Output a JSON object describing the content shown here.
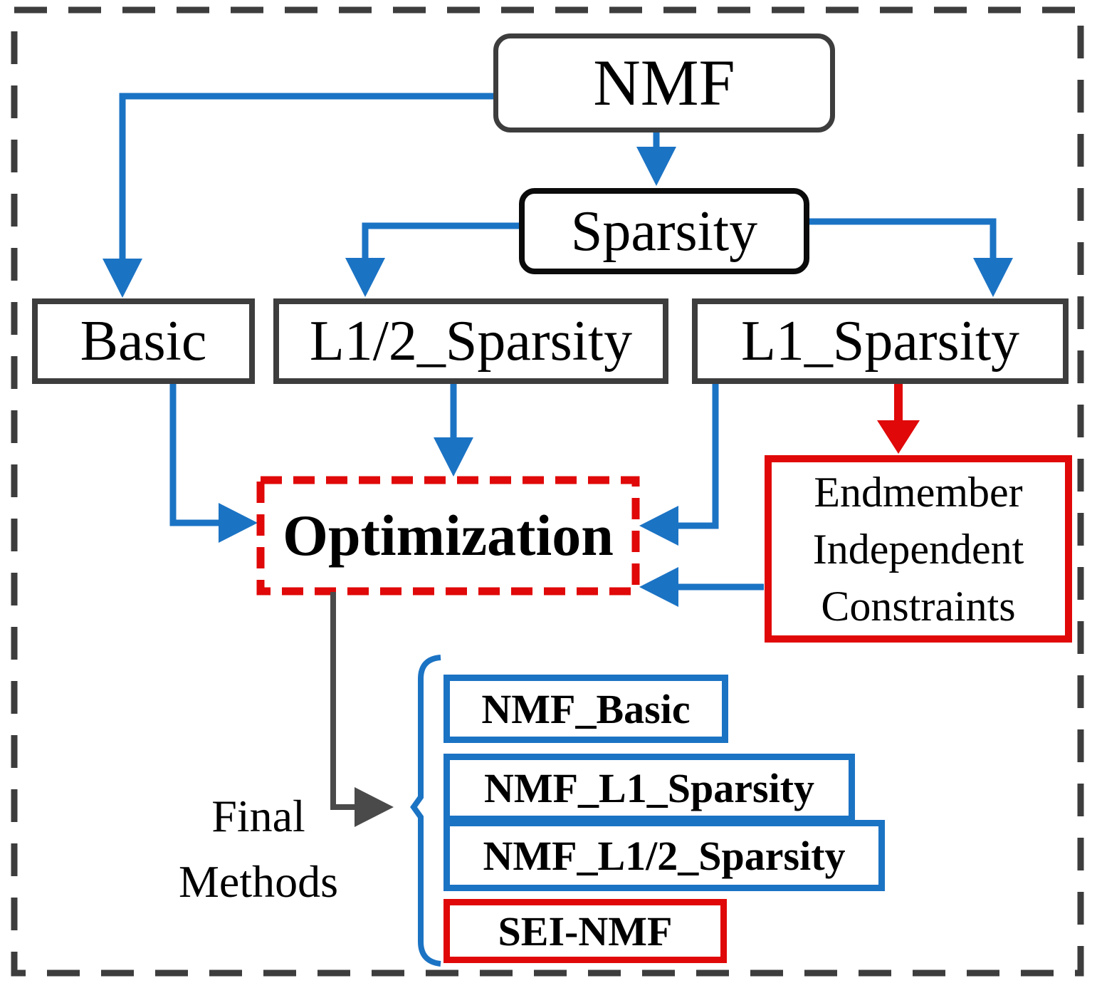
{
  "figure": {
    "type": "flowchart",
    "nodes": {
      "nmf": "NMF",
      "sparsity": "Sparsity",
      "basic": "Basic",
      "l12_sparsity": "L1/2_Sparsity",
      "l1_sparsity": "L1_Sparsity",
      "optimization": "Optimization",
      "endmember_constraints": "Endmember\nIndependent\nConstraints"
    },
    "final_methods": {
      "caption": "Final\nMethods",
      "items": [
        {
          "label": "NMF_Basic",
          "accent": "#1b73c4"
        },
        {
          "label": "NMF_L1_Sparsity",
          "accent": "#1b73c4"
        },
        {
          "label": "NMF_L1/2_Sparsity",
          "accent": "#1b73c4"
        },
        {
          "label": "SEI-NMF",
          "accent": "#e00808"
        }
      ]
    },
    "edges": [
      {
        "from": "nmf",
        "to": "sparsity",
        "color": "blue"
      },
      {
        "from": "nmf",
        "to": "basic",
        "color": "blue"
      },
      {
        "from": "sparsity",
        "to": "l12_sparsity",
        "color": "blue"
      },
      {
        "from": "sparsity",
        "to": "l1_sparsity",
        "color": "blue"
      },
      {
        "from": "basic",
        "to": "optimization",
        "color": "blue"
      },
      {
        "from": "l12_sparsity",
        "to": "optimization",
        "color": "blue"
      },
      {
        "from": "l1_sparsity",
        "to": "optimization",
        "color": "blue"
      },
      {
        "from": "l1_sparsity",
        "to": "endmember_constraints",
        "color": "red"
      },
      {
        "from": "endmember_constraints",
        "to": "optimization",
        "color": "blue"
      },
      {
        "from": "optimization",
        "to": "final_methods",
        "color": "gray"
      }
    ],
    "colors": {
      "arrow_blue": "#1b73c4",
      "highlight_red": "#e00808",
      "border_dark": "#3d3d3d",
      "sparsity_border": "#0b0b0b",
      "arrow_gray": "#4a4a4a",
      "text": "#000000",
      "background": "#ffffff"
    }
  }
}
